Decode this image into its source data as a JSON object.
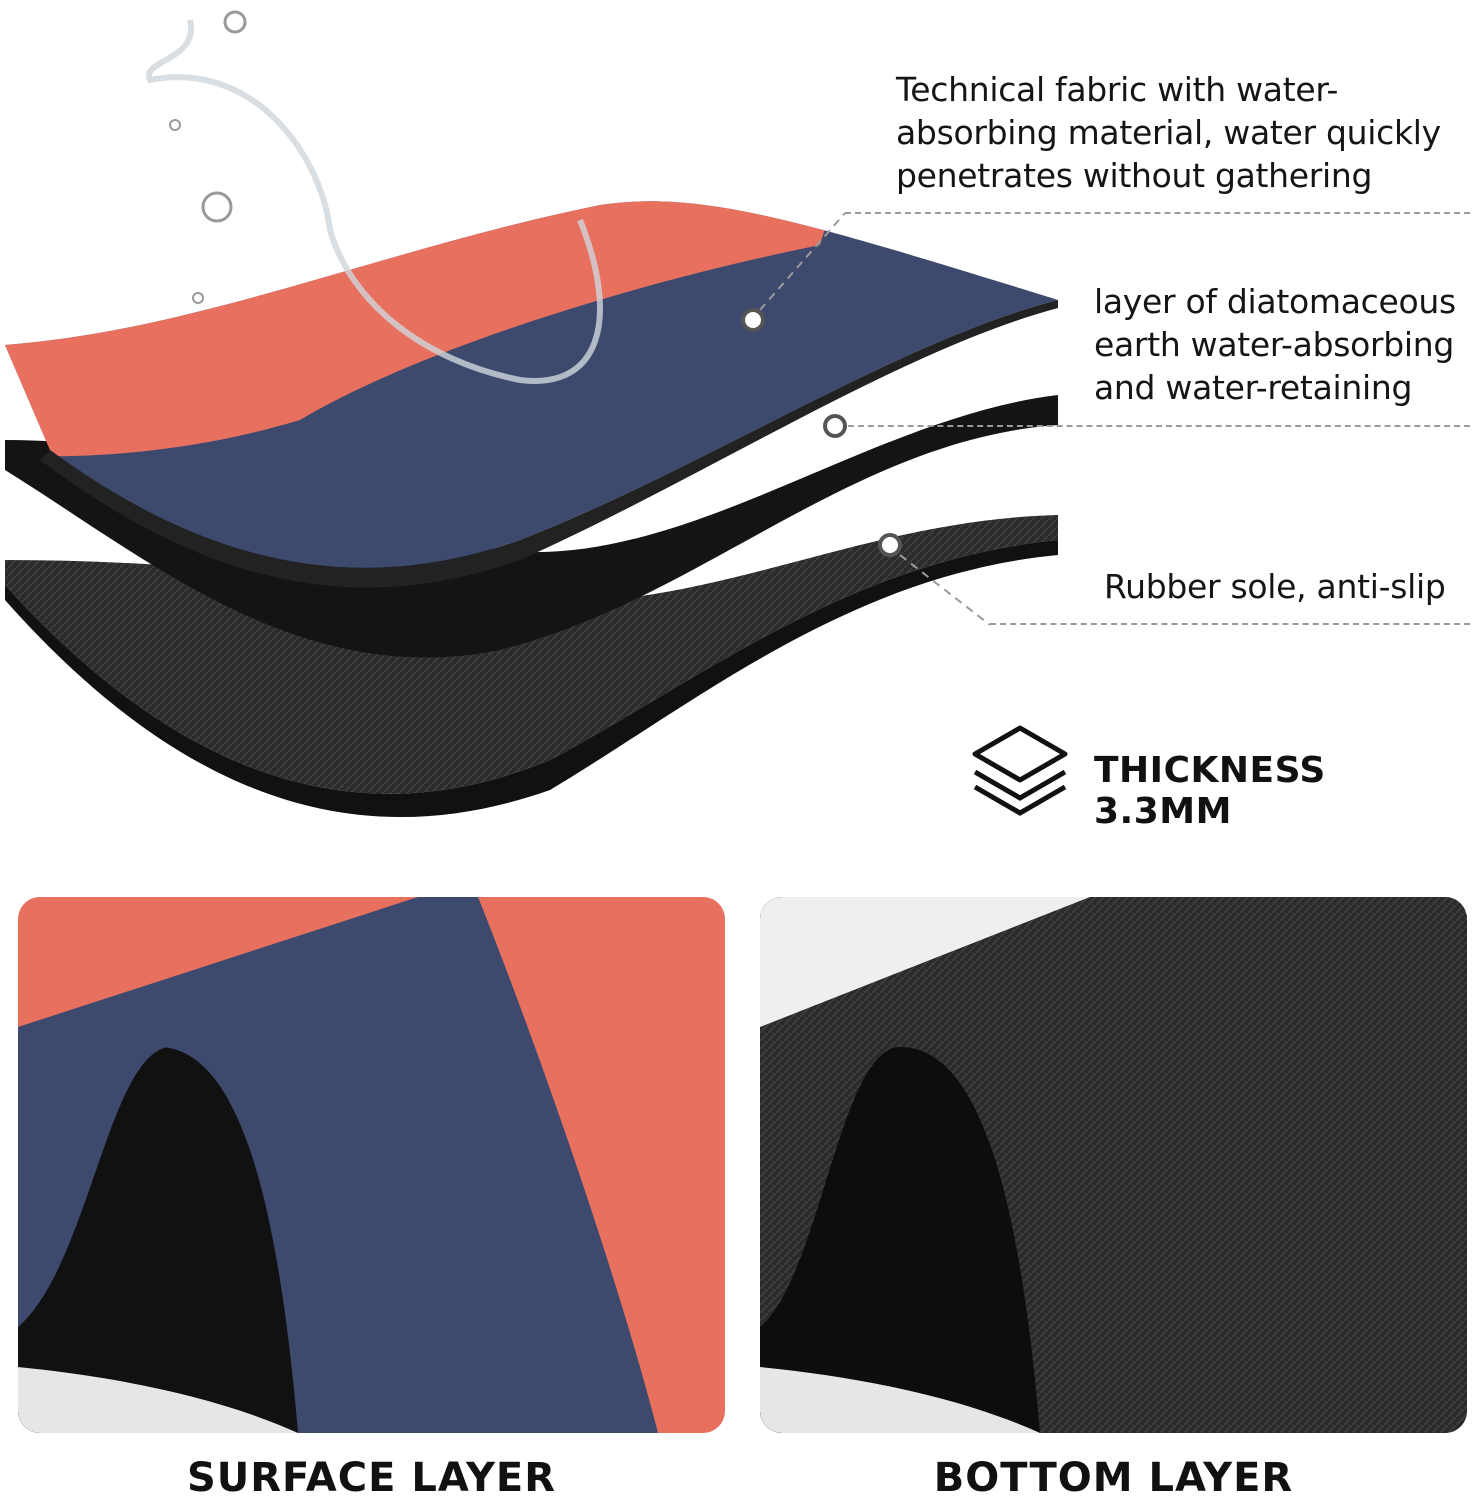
{
  "callouts": {
    "fabric": [
      "Technical fabric with water-",
      "absorbing material, water quickly",
      "penetrates without gathering"
    ],
    "diatom": [
      "layer of diatomaceous",
      "earth water-absorbing",
      "and water-retaining"
    ],
    "rubber": "Rubber sole, anti-slip"
  },
  "thickness": {
    "icon": "layers-icon",
    "label": "THICKNESS 3.3MM"
  },
  "panels": [
    {
      "caption": "SURFACE LAYER"
    },
    {
      "caption": "BOTTOM LAYER"
    }
  ],
  "colors": {
    "coral": "#e8705f",
    "navy": "#3d4a6e",
    "black": "#141414",
    "rubber": "#2a2a2a"
  }
}
